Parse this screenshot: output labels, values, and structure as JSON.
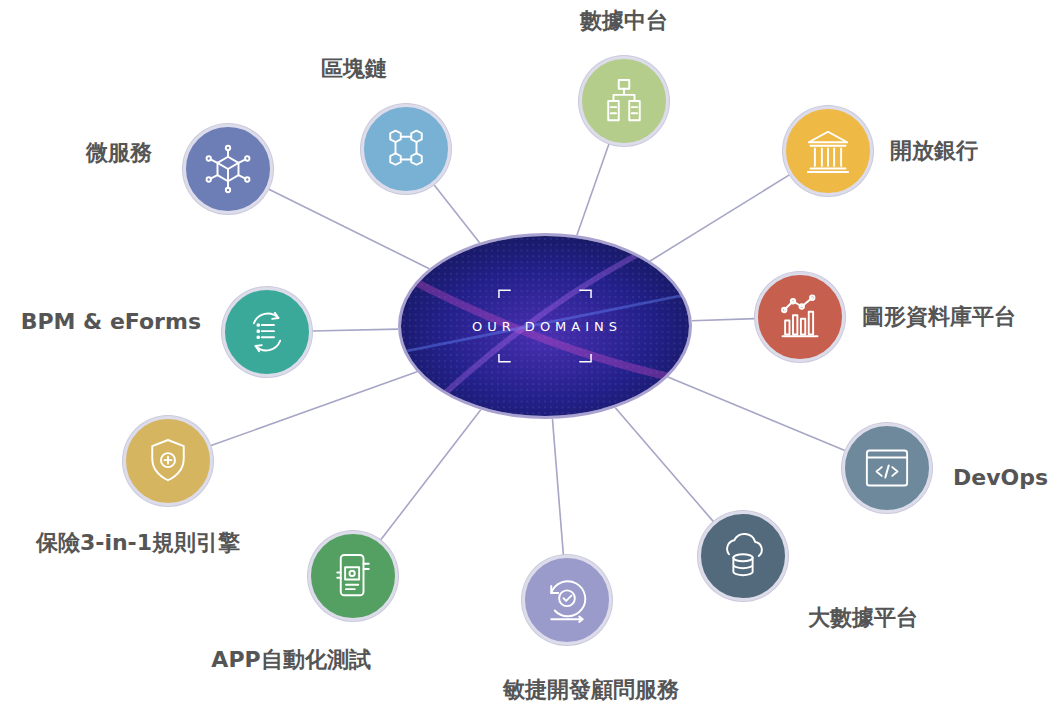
{
  "diagram": {
    "nodes": [
      {
        "text": [
          "OUR DOMAINS"
        ]
      },
      {
        "text": [
          "數據中台"
        ]
      },
      {
        "text": [
          "開放銀行"
        ]
      },
      {
        "text": [
          "圖形資料庫平台"
        ]
      },
      {
        "text": [
          "DevOps"
        ]
      },
      {
        "text": [
          "大數據平台"
        ]
      },
      {
        "text": [
          "敏捷開發顧問服務"
        ]
      },
      {
        "text": [
          "APP自動化測試"
        ]
      },
      {
        "text": [
          "保險3-in-1規則引擎"
        ]
      },
      {
        "text": [
          "BPM & eForms"
        ]
      },
      {
        "text": [
          "微服務"
        ]
      },
      {
        "text": [
          "區塊鏈"
        ]
      }
    ],
    "edges": [
      {
        "from": 0,
        "to": 1,
        "arrow": "none"
      },
      {
        "from": 0,
        "to": 2,
        "arrow": "none"
      },
      {
        "from": 0,
        "to": 3,
        "arrow": "none"
      },
      {
        "from": 0,
        "to": 4,
        "arrow": "none"
      },
      {
        "from": 0,
        "to": 5,
        "arrow": "none"
      },
      {
        "from": 0,
        "to": 6,
        "arrow": "none"
      },
      {
        "from": 0,
        "to": 7,
        "arrow": "none"
      },
      {
        "from": 0,
        "to": 8,
        "arrow": "none"
      },
      {
        "from": 0,
        "to": 9,
        "arrow": "none"
      },
      {
        "from": 0,
        "to": 10,
        "arrow": "none"
      },
      {
        "from": 0,
        "to": 11,
        "arrow": "none"
      }
    ]
  }
}
